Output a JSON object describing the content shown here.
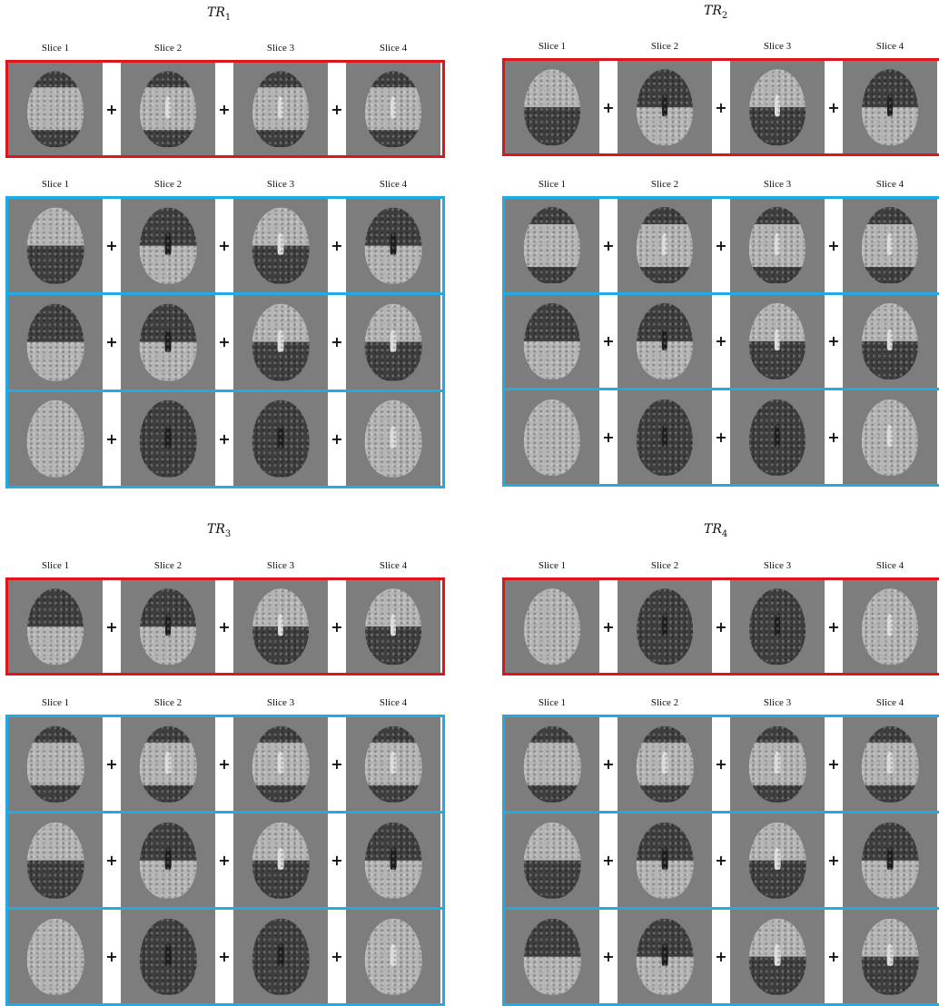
{
  "panels": [
    {
      "title_base": "TR",
      "title_sub": "1",
      "groups": [
        {
          "border": "red",
          "labels": [
            "Slice 1",
            "Slice 2",
            "Slice 3",
            "Slice 4"
          ],
          "rows": [
            [
              "dark-light-dark",
              "dark-light-dark",
              "dark-light-dark",
              "dark-light-dark"
            ]
          ]
        },
        {
          "border": "blue",
          "labels": [
            "Slice 1",
            "Slice 2",
            "Slice 3",
            "Slice 4"
          ],
          "rows": [
            [
              "light-dark",
              "dark-light",
              "light-dark",
              "dark-light"
            ],
            [
              "dark-light",
              "dark-light",
              "light-dark",
              "light-dark"
            ],
            [
              "light",
              "dark",
              "dark",
              "light"
            ]
          ]
        }
      ]
    },
    {
      "title_base": "TR",
      "title_sub": "2",
      "groups": [
        {
          "border": "red",
          "labels": [
            "Slice 1",
            "Slice 2",
            "Slice 3",
            "Slice 4"
          ],
          "rows": [
            [
              "light-dark",
              "dark-light",
              "light-dark",
              "dark-light"
            ]
          ]
        },
        {
          "border": "blue",
          "labels": [
            "Slice 1",
            "Slice 2",
            "Slice 3",
            "Slice 4"
          ],
          "rows": [
            [
              "dark-light-dark",
              "dark-light-dark",
              "dark-light-dark",
              "dark-light-dark"
            ],
            [
              "dark-light",
              "dark-light",
              "light-dark",
              "light-dark"
            ],
            [
              "light",
              "dark",
              "dark",
              "light"
            ]
          ]
        }
      ]
    },
    {
      "title_base": "TR",
      "title_sub": "3",
      "groups": [
        {
          "border": "red",
          "labels": [
            "Slice 1",
            "Slice 2",
            "Slice 3",
            "Slice 4"
          ],
          "rows": [
            [
              "dark-light",
              "dark-light",
              "light-dark",
              "light-dark"
            ]
          ]
        },
        {
          "border": "blue",
          "labels": [
            "Slice 1",
            "Slice 2",
            "Slice 3",
            "Slice 4"
          ],
          "rows": [
            [
              "dark-light-dark",
              "dark-light-dark",
              "dark-light-dark",
              "dark-light-dark"
            ],
            [
              "light-dark",
              "dark-light",
              "light-dark",
              "dark-light"
            ],
            [
              "light",
              "dark",
              "dark",
              "light"
            ]
          ]
        }
      ]
    },
    {
      "title_base": "TR",
      "title_sub": "4",
      "groups": [
        {
          "border": "red",
          "labels": [
            "Slice 1",
            "Slice 2",
            "Slice 3",
            "Slice 4"
          ],
          "rows": [
            [
              "light",
              "dark",
              "dark",
              "light"
            ]
          ]
        },
        {
          "border": "blue",
          "labels": [
            "Slice 1",
            "Slice 2",
            "Slice 3",
            "Slice 4"
          ],
          "rows": [
            [
              "dark-light-dark",
              "dark-light-dark",
              "dark-light-dark",
              "dark-light-dark"
            ],
            [
              "light-dark",
              "dark-light",
              "light-dark",
              "dark-light"
            ],
            [
              "dark-light",
              "dark-light",
              "light-dark",
              "light-dark"
            ]
          ]
        }
      ]
    }
  ],
  "plus_symbol": "+",
  "colors": {
    "red_border": "#e0151b",
    "blue_border": "#22aae3",
    "background": "#7d7d7d",
    "dark_tissue": "#3e3e3e",
    "light_tissue": "#b5b5b5"
  }
}
